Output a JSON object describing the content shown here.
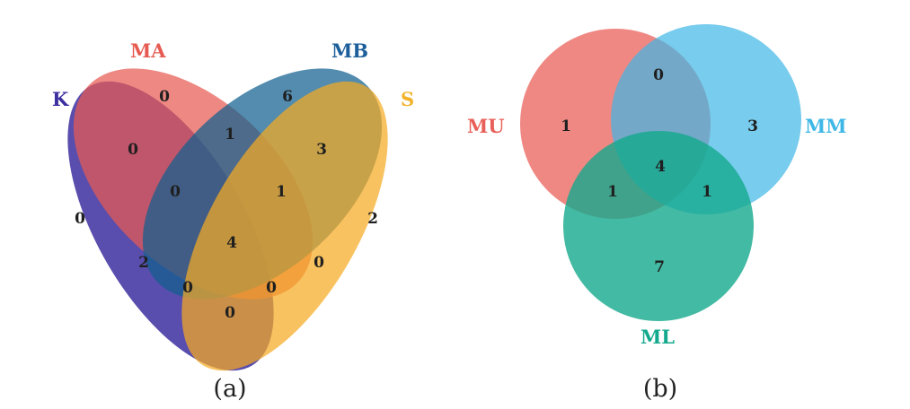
{
  "panel_a": {
    "caption": "(a)",
    "sets": [
      {
        "key": "K",
        "label": "K",
        "color": "#3c2f9f"
      },
      {
        "key": "MA",
        "label": "MA",
        "color": "#e65a52"
      },
      {
        "key": "MB",
        "label": "MB",
        "color": "#1c5f9a"
      },
      {
        "key": "S",
        "label": "S",
        "color": "#f2b12a"
      }
    ],
    "regions": {
      "MA_only": "0",
      "MB_only": "6",
      "S_only": "2",
      "K_only": "0",
      "K_MA": "0",
      "MA_MB": "1",
      "MB_S": "3",
      "K_MA_MB": "0",
      "MA_MB_S": "1",
      "all": "4",
      "K_MB": "2",
      "MA_S": "0",
      "K_MB_S": "0",
      "K_MA_S": "0",
      "K_S": "0"
    }
  },
  "panel_b": {
    "caption": "(b)",
    "sets": [
      {
        "key": "MU",
        "label": "MU",
        "color": "#e9605a"
      },
      {
        "key": "MM",
        "label": "MM",
        "color": "#3fb7e6"
      },
      {
        "key": "ML",
        "label": "ML",
        "color": "#14a98c"
      }
    ],
    "regions": {
      "MU_only": "1",
      "MM_only": "3",
      "ML_only": "7",
      "MU_MM": "0",
      "MU_ML": "1",
      "MM_ML": "1",
      "all": "4"
    }
  }
}
